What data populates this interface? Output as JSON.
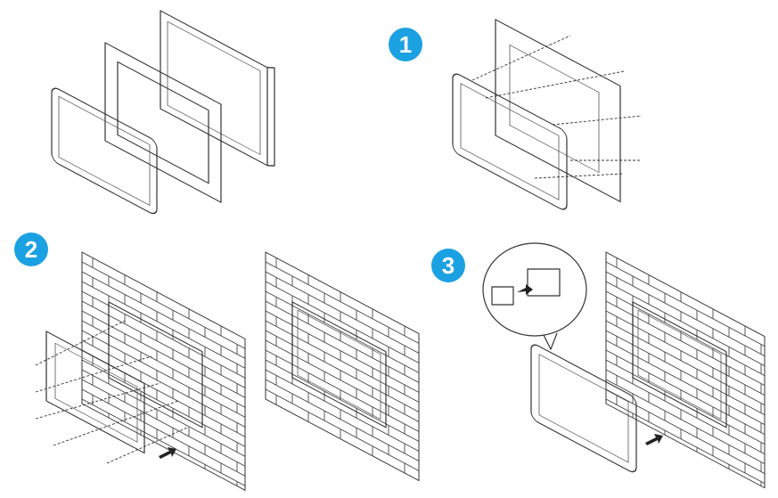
{
  "steps": [
    {
      "number": "1"
    },
    {
      "number": "2"
    },
    {
      "number": "3"
    }
  ],
  "colors": {
    "badge": "#1ba1e2",
    "line": "#333333",
    "screen": "#f4f4f4"
  }
}
